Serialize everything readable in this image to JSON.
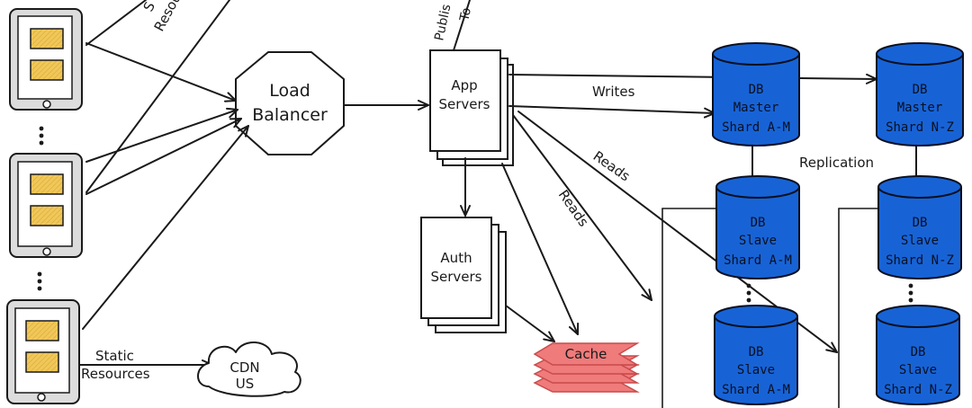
{
  "nodes": {
    "load_balancer": [
      "Load",
      "Balancer"
    ],
    "app_servers": [
      "App",
      "Servers"
    ],
    "auth_servers": [
      "Auth",
      "Servers"
    ],
    "cache": "Cache",
    "cdn": [
      "CDN",
      "US"
    ],
    "db_master_am": [
      "DB",
      "Master",
      "Shard A-M"
    ],
    "db_master_nz": [
      "DB",
      "Master",
      "Shard N-Z"
    ],
    "db_slave_am_1": [
      "DB",
      "Slave",
      "Shard A-M"
    ],
    "db_slave_nz_1": [
      "DB",
      "Slave",
      "Shard N-Z"
    ],
    "db_slave_am_2": [
      "DB",
      "Slave",
      "Shard A-M"
    ],
    "db_slave_nz_2": [
      "DB",
      "Slave",
      "Shard N-Z"
    ]
  },
  "edge_labels": {
    "writes": "Writes",
    "reads_1": "Reads",
    "reads_2": "Reads",
    "replication": "Replication",
    "static_resources": [
      "Static",
      "Resources"
    ],
    "top_left_partial": [
      "S",
      "Resou"
    ],
    "top_publish_partial": [
      "Publis",
      "To"
    ]
  },
  "colors": {
    "db_fill": "#1763d6",
    "cache_fill": "#ef7b7b",
    "phone_screen": "#f0c75a",
    "phone_body": "#dcdcdc",
    "stroke": "#1a1a1a"
  }
}
